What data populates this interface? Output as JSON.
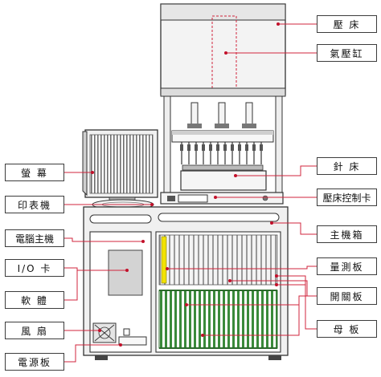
{
  "labels": {
    "press_bed": "壓 床",
    "air_cylinder": "氣壓缸",
    "needle_bed": "針 床",
    "press_controller": "壓床控制卡",
    "chassis": "主機箱",
    "measure_board": "量測板",
    "switch_board": "開關板",
    "motherboard": "母 板",
    "monitor": "螢 幕",
    "printer": "印表機",
    "computer": "電腦主機",
    "io_card": "I/O 卡",
    "software": "軟 體",
    "fan": "風 扇",
    "power_board": "電源板"
  },
  "colors": {
    "leader": "#d0243c",
    "dot": "#c2102a",
    "board_green": "#3a8a3a",
    "board_yellow": "#f2e200",
    "card_gray": "#d3d3d3"
  }
}
